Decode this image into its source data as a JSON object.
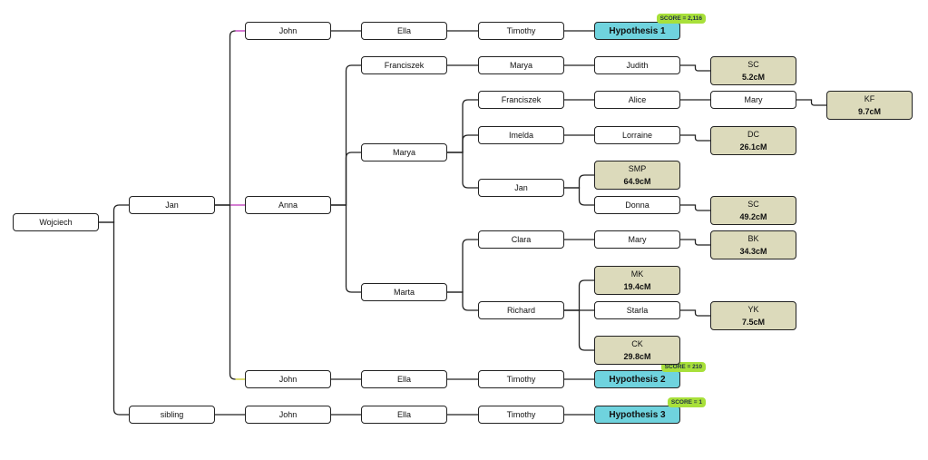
{
  "nodes": {
    "wojciech": {
      "label": "Wojciech"
    },
    "jan1": {
      "label": "Jan"
    },
    "sibling": {
      "label": "sibling"
    },
    "john_a": {
      "label": "John"
    },
    "anna": {
      "label": "Anna"
    },
    "john_b": {
      "label": "John"
    },
    "john_c": {
      "label": "John"
    },
    "ella_a": {
      "label": "Ella"
    },
    "ella_b": {
      "label": "Ella"
    },
    "ella_c": {
      "label": "Ella"
    },
    "timothy_a": {
      "label": "Timothy"
    },
    "timothy_b": {
      "label": "Timothy"
    },
    "timothy_c": {
      "label": "Timothy"
    },
    "hyp1": {
      "label": "Hypothesis 1",
      "score": "SCORE = 2,116"
    },
    "hyp2": {
      "label": "Hypothesis 2",
      "score": "SCORE = 210"
    },
    "hyp3": {
      "label": "Hypothesis 3",
      "score": "SCORE = 1"
    },
    "franciszek1": {
      "label": "Franciszek"
    },
    "marya1": {
      "label": "Marya"
    },
    "marta": {
      "label": "Marta"
    },
    "marya2": {
      "label": "Marya"
    },
    "judith": {
      "label": "Judith"
    },
    "sc1": {
      "label": "SC",
      "cm": "5.2cM"
    },
    "franciszek2": {
      "label": "Franciszek"
    },
    "imelda": {
      "label": "Imelda"
    },
    "jan2": {
      "label": "Jan"
    },
    "alice": {
      "label": "Alice"
    },
    "mary1": {
      "label": "Mary"
    },
    "kf": {
      "label": "KF",
      "cm": "9.7cM"
    },
    "lorraine": {
      "label": "Lorraine"
    },
    "dc": {
      "label": "DC",
      "cm": "26.1cM"
    },
    "smp": {
      "label": "SMP",
      "cm": "64.9cM"
    },
    "donna": {
      "label": "Donna"
    },
    "sc2": {
      "label": "SC",
      "cm": "49.2cM"
    },
    "clara": {
      "label": "Clara"
    },
    "richard": {
      "label": "Richard"
    },
    "mary2": {
      "label": "Mary"
    },
    "bk": {
      "label": "BK",
      "cm": "34.3cM"
    },
    "mk": {
      "label": "MK",
      "cm": "19.4cM"
    },
    "starla": {
      "label": "Starla"
    },
    "yk": {
      "label": "YK",
      "cm": "7.5cM"
    },
    "ck": {
      "label": "CK",
      "cm": "29.8cM"
    }
  },
  "colors": {
    "match": "#dcdabb",
    "hypothesis": "#6fd3de",
    "score": "#a8e03a",
    "link_pink": "#d966d6",
    "link_yellow": "#e0e060"
  }
}
